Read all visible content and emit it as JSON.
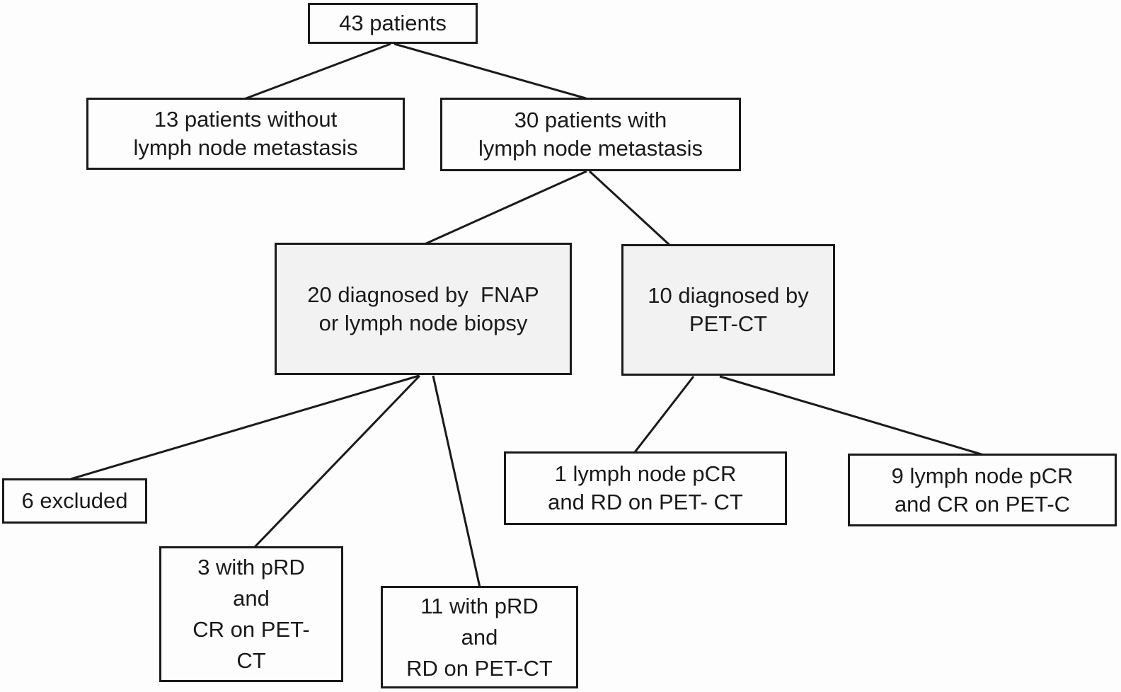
{
  "diagram": {
    "type": "flowchart",
    "description": "Patient inclusion flow diagram",
    "colors": {
      "background": "#fdfdfd",
      "box_fill": "#fdfdfd",
      "box_fill_shaded": "#f2f2f2",
      "box_border": "#1a1a1a",
      "line": "#1a1a1a",
      "text": "#1a1a1a"
    },
    "nodes": [
      {
        "id": "total",
        "lines": [
          "43 patients"
        ]
      },
      {
        "id": "without",
        "lines": [
          "13 patients without",
          "lymph node metastasis"
        ]
      },
      {
        "id": "with",
        "lines": [
          "30 patients with",
          "lymph node metastasis"
        ]
      },
      {
        "id": "fnap",
        "lines": [
          "20 diagnosed by  FNAP",
          "or lymph node biopsy"
        ]
      },
      {
        "id": "petct",
        "lines": [
          "10 diagnosed by",
          "PET-CT"
        ]
      },
      {
        "id": "excluded",
        "lines": [
          "6 excluded"
        ]
      },
      {
        "id": "prd-cr",
        "lines": [
          "3 with pRD",
          "and",
          "CR on PET-",
          "CT"
        ]
      },
      {
        "id": "prd-rd",
        "lines": [
          "11 with pRD",
          "and",
          "RD on PET-CT"
        ]
      },
      {
        "id": "pcr-rd",
        "lines": [
          "1 lymph node pCR",
          "and RD on PET- CT"
        ]
      },
      {
        "id": "pcr-cr",
        "lines": [
          "9 lymph node pCR",
          "and CR on PET-C"
        ]
      }
    ],
    "edges": [
      {
        "from": "total",
        "to": "without"
      },
      {
        "from": "total",
        "to": "with"
      },
      {
        "from": "with",
        "to": "fnap"
      },
      {
        "from": "with",
        "to": "petct"
      },
      {
        "from": "fnap",
        "to": "excluded"
      },
      {
        "from": "fnap",
        "to": "prd-cr"
      },
      {
        "from": "fnap",
        "to": "prd-rd"
      },
      {
        "from": "petct",
        "to": "pcr-rd"
      },
      {
        "from": "petct",
        "to": "pcr-cr"
      }
    ]
  }
}
